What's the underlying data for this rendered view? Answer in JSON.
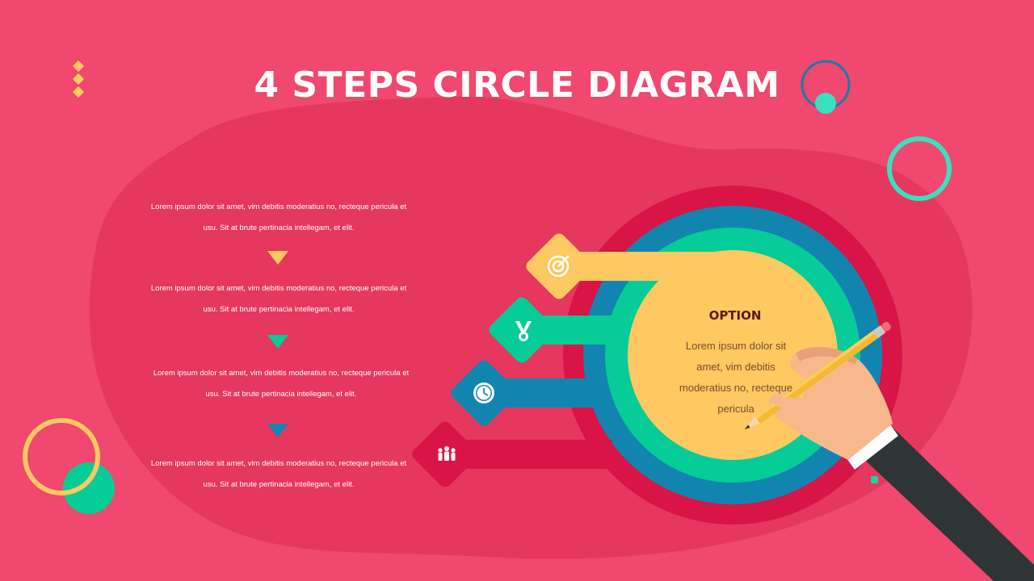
{
  "title": "4 STEPS CIRCLE DIAGRAM",
  "colors": {
    "background": "#f0486e",
    "blob": "#e6375f",
    "step1": "#fdc960",
    "step2": "#06cc98",
    "step3": "#1185b0",
    "step4": "#d91447"
  },
  "steps": [
    {
      "line1": "Lorem ipsum dolor sit amet, vim debitis moderatius no, recteque pericula et",
      "line2": "usu. Sit at brute pertinacia intellegam, et elit.",
      "icon": "target-icon"
    },
    {
      "line1": "Lorem ipsum dolor sit amet, vim debitis moderatius no, recteque pericula et",
      "line2": "usu. Sit at brute pertinacia intellegam, et elit.",
      "icon": "medal-icon"
    },
    {
      "line1": "Lorem ipsum dolor sit amet, vim debitis moderatius no, recteque pericula et",
      "line2": "usu. Sit at brute pertinacia intellegam, et elit.",
      "icon": "clock-icon"
    },
    {
      "line1": "Lorem ipsum dolor sit amet, vim debitis moderatius no, recteque pericula et",
      "line2": "usu. Sit at brute pertinacia intellegam, et elit.",
      "icon": "team-icon"
    }
  ],
  "option": {
    "title": "OPTION",
    "body": "Lorem ipsum dolor sit amet, vim debitis moderatius no, recteque pericula"
  }
}
